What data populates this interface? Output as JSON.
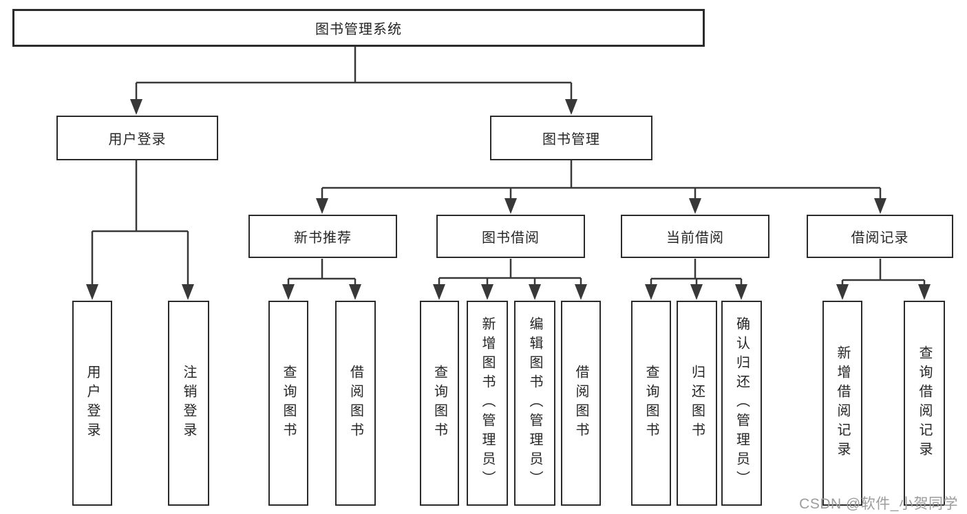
{
  "root": {
    "label": "图书管理系统"
  },
  "level2": {
    "user": "用户登录",
    "mgmt": "图书管理"
  },
  "level3": {
    "recommend": "新书推荐",
    "borrow": "图书借阅",
    "current": "当前借阅",
    "records": "借阅记录"
  },
  "leaves": {
    "user": [
      "用户登录",
      "注销登录"
    ],
    "recommend": [
      "查询图书",
      "借阅图书"
    ],
    "borrow": [
      "查询图书",
      "新增图书（管理员）",
      "编辑图书（管理员）",
      "借阅图书"
    ],
    "current": [
      "查询图书",
      "归还图书",
      "确认归还（管理员）"
    ],
    "records": [
      "新增借阅记录",
      "查询借阅记录"
    ]
  },
  "watermark": "CSDN @软件_小贺同学",
  "colors": {
    "line": "#383838",
    "box_border": "#2b2b2b",
    "text": "#262626",
    "watermark": "#9c9c9c",
    "background": "#ffffff"
  }
}
